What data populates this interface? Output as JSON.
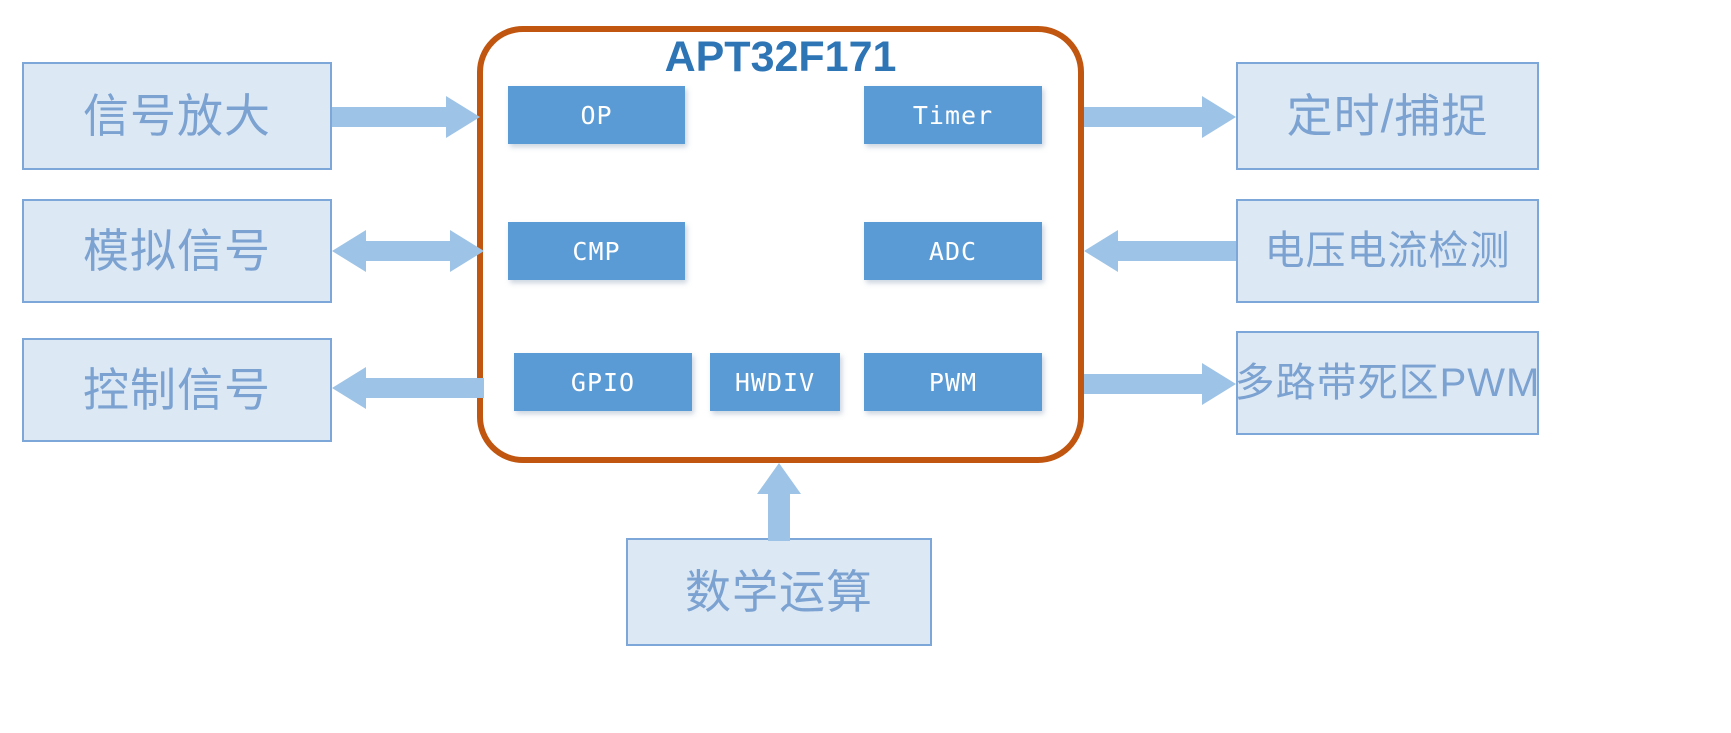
{
  "diagram": {
    "title": "APT32F171 MCU peripheral block diagram",
    "chip_name": "APT32F171",
    "colors": {
      "chip_border": "#c0560f",
      "module_fill": "#5b9bd5",
      "io_box_fill": "#dde8f5",
      "io_box_border": "#7da7d8",
      "io_text": "#7ba2d0",
      "title_text": "#2e75b6",
      "arrow_fill": "#9dc3e6"
    }
  },
  "modules": [
    {
      "id": "op",
      "label": "OP"
    },
    {
      "id": "timer",
      "label": "Timer"
    },
    {
      "id": "cmp",
      "label": "CMP"
    },
    {
      "id": "adc",
      "label": "ADC"
    },
    {
      "id": "gpio",
      "label": "GPIO"
    },
    {
      "id": "hwdiv",
      "label": "HWDIV"
    },
    {
      "id": "pwm",
      "label": "PWM"
    }
  ],
  "left_boxes": [
    {
      "id": "signal-amplify",
      "label": "信号放大"
    },
    {
      "id": "analog-signal",
      "label": "模拟信号"
    },
    {
      "id": "control-signal",
      "label": "控制信号"
    }
  ],
  "right_boxes": [
    {
      "id": "timing-capture",
      "label": "定时/捕捉"
    },
    {
      "id": "voltage-current-detect",
      "label": "电压电流检测"
    },
    {
      "id": "multichannel-deadtime-pwm",
      "label": "多路带死区PWM"
    }
  ],
  "bottom_boxes": [
    {
      "id": "math-operation",
      "label": "数学运算"
    }
  ],
  "connections": [
    {
      "id": "conn-signal-amplify-op",
      "from": "信号放大",
      "to": "OP",
      "direction": "right"
    },
    {
      "id": "conn-analog-cmp",
      "from": "模拟信号",
      "to": "CMP",
      "direction": "both"
    },
    {
      "id": "conn-gpio-control",
      "from": "GPIO",
      "to": "控制信号",
      "direction": "left"
    },
    {
      "id": "conn-timer-timing",
      "from": "Timer",
      "to": "定时/捕捉",
      "direction": "right"
    },
    {
      "id": "conn-voltage-adc",
      "from": "电压电流检测",
      "to": "ADC",
      "direction": "left"
    },
    {
      "id": "conn-pwm-deadtime",
      "from": "PWM",
      "to": "多路带死区PWM",
      "direction": "right"
    },
    {
      "id": "conn-math-hwdiv",
      "from": "数学运算",
      "to": "HWDIV",
      "direction": "up"
    }
  ]
}
